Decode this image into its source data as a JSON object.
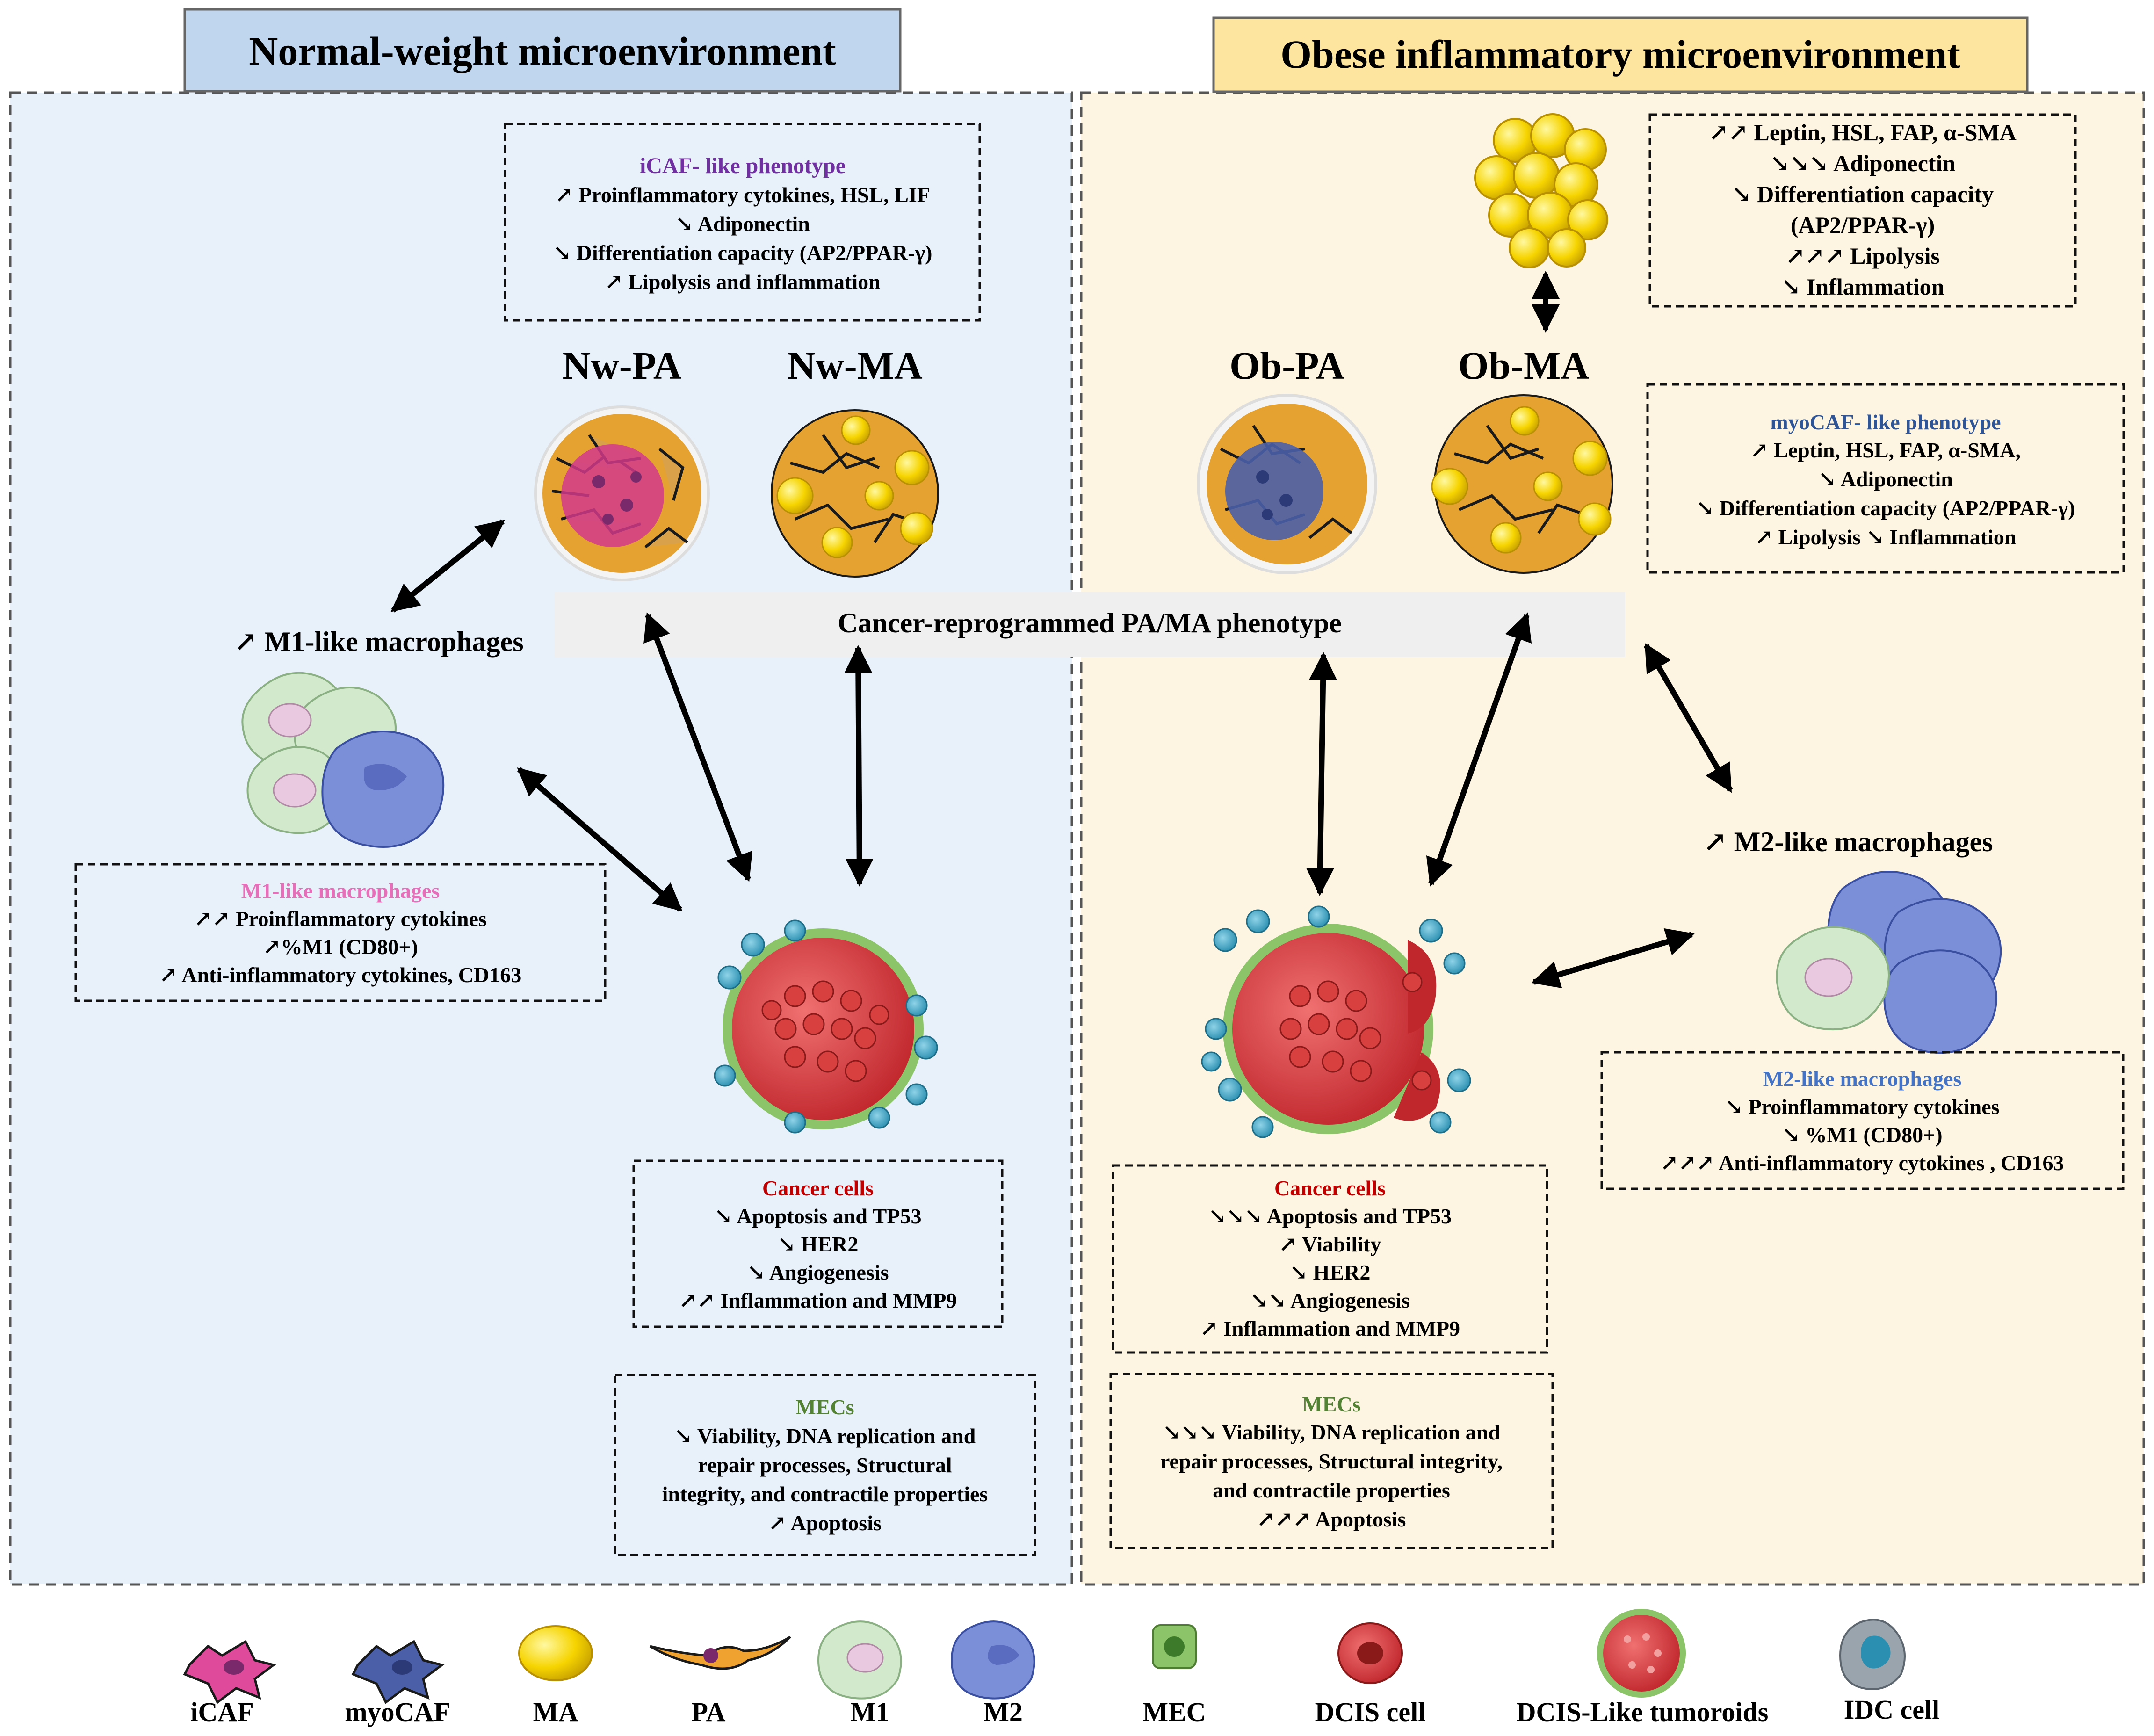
{
  "left_panel": {
    "title": "Normal-weight microenvironment",
    "icaf_box": {
      "heading": "iCAF- like phenotype",
      "lines": [
        "↗ Proinflammatory cytokines, HSL, LIF",
        "↘ Adiponectin",
        "↘ Differentiation capacity (AP2/PPAR-γ)",
        "↗ Lipolysis and inflammation"
      ]
    },
    "label_pa": "Nw-PA",
    "label_ma": "Nw-MA",
    "m1_label": "↗ M1-like macrophages",
    "m1_box": {
      "heading": "M1-like macrophages",
      "lines": [
        "↗↗  Proinflammatory cytokines",
        "↗%M1 (CD80+)",
        "↗ Anti-inflammatory cytokines, CD163"
      ]
    },
    "cancer_box": {
      "heading": "Cancer cells",
      "lines": [
        "↘ Apoptosis and TP53",
        "↘ HER2",
        "↘ Angiogenesis",
        "↗↗ Inflammation and MMP9"
      ]
    },
    "mec_box": {
      "heading": "MECs",
      "lines": [
        "↘ Viability, DNA replication and",
        "repair processes, Structural",
        "integrity, and contractile properties",
        "↗ Apoptosis"
      ]
    }
  },
  "right_panel": {
    "title": "Obese inflammatory microenvironment",
    "top_box": {
      "lines": [
        "↗↗ Leptin, HSL, FAP, α-SMA",
        "↘↘↘ Adiponectin",
        "↘  Differentiation capacity",
        "(AP2/PPAR-γ)",
        "↗↗↗ Lipolysis",
        "↘ Inflammation"
      ]
    },
    "label_pa": "Ob-PA",
    "label_ma": "Ob-MA",
    "myocaf_box": {
      "heading": "myoCAF- like phenotype",
      "lines": [
        "↗ Leptin, HSL, FAP, α-SMA,",
        "↘ Adiponectin",
        "↘ Differentiation capacity (AP2/PPAR-γ)",
        "↗ Lipolysis ↘ Inflammation"
      ]
    },
    "m2_label": "↗ M2-like macrophages",
    "m2_box": {
      "heading": "M2-like macrophages",
      "lines": [
        "↘ Proinflammatory cytokines",
        "↘ %M1 (CD80+)",
        "↗↗↗ Anti-inflammatory cytokines , CD163"
      ]
    },
    "cancer_box": {
      "heading": "Cancer cells",
      "lines": [
        "↘↘↘ Apoptosis and TP53",
        "↗ Viability",
        "↘ HER2",
        "↘↘ Angiogenesis",
        "↗ Inflammation and MMP9"
      ]
    },
    "mec_box": {
      "heading": "MECs",
      "lines": [
        "↘↘↘ Viability, DNA replication and",
        "repair processes, Structural integrity,",
        "and contractile properties",
        "↗↗↗ Apoptosis"
      ]
    }
  },
  "center_banner": "Cancer-reprogrammed PA/MA phenotype",
  "legend": {
    "items": [
      {
        "label": "iCAF"
      },
      {
        "label": "myoCAF"
      },
      {
        "label": "MA"
      },
      {
        "label": "PA"
      },
      {
        "label": "M1"
      },
      {
        "label": "M2"
      },
      {
        "label": "MEC"
      },
      {
        "label": "DCIS cell"
      },
      {
        "label": "DCIS-Like tumoroids"
      },
      {
        "label": "IDC cell"
      }
    ]
  },
  "colors": {
    "left_bg": "#e8f0fa",
    "right_bg": "#fdf5e1",
    "left_title_bg": "#bfd6ee",
    "right_title_bg": "#fde5a0",
    "icaf_heading": "#7030a0",
    "myocaf_heading": "#2f5597",
    "m1_heading": "#e56fb8",
    "m2_heading": "#4472c4",
    "cancer_heading": "#c00000",
    "mec_heading": "#548235",
    "banner_bg": "#efefef"
  }
}
